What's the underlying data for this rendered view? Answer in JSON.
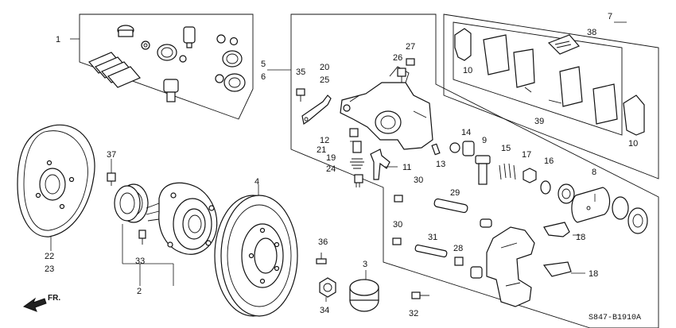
{
  "diagram": {
    "code": "S847-B1910A",
    "direction_label": "FR.",
    "callouts": {
      "c1": "1",
      "c2": "2",
      "c3": "3",
      "c4": "4",
      "c5": "5",
      "c6": "6",
      "c7": "7",
      "c8": "8",
      "c9": "9",
      "c10a": "10",
      "c10b": "10",
      "c11": "11",
      "c12": "12",
      "c13": "13",
      "c14": "14",
      "c15": "15",
      "c16": "16",
      "c17": "17",
      "c18a": "18",
      "c18b": "18",
      "c19": "19",
      "c20": "20",
      "c21": "21",
      "c22": "22",
      "c23": "23",
      "c24": "24",
      "c25": "25",
      "c26": "26",
      "c27": "27",
      "c28": "28",
      "c29": "29",
      "c30a": "30",
      "c30b": "30",
      "c31": "31",
      "c32": "32",
      "c33": "33",
      "c34": "34",
      "c35": "35",
      "c36": "36",
      "c37": "37",
      "c38": "38",
      "c39": "39"
    }
  }
}
